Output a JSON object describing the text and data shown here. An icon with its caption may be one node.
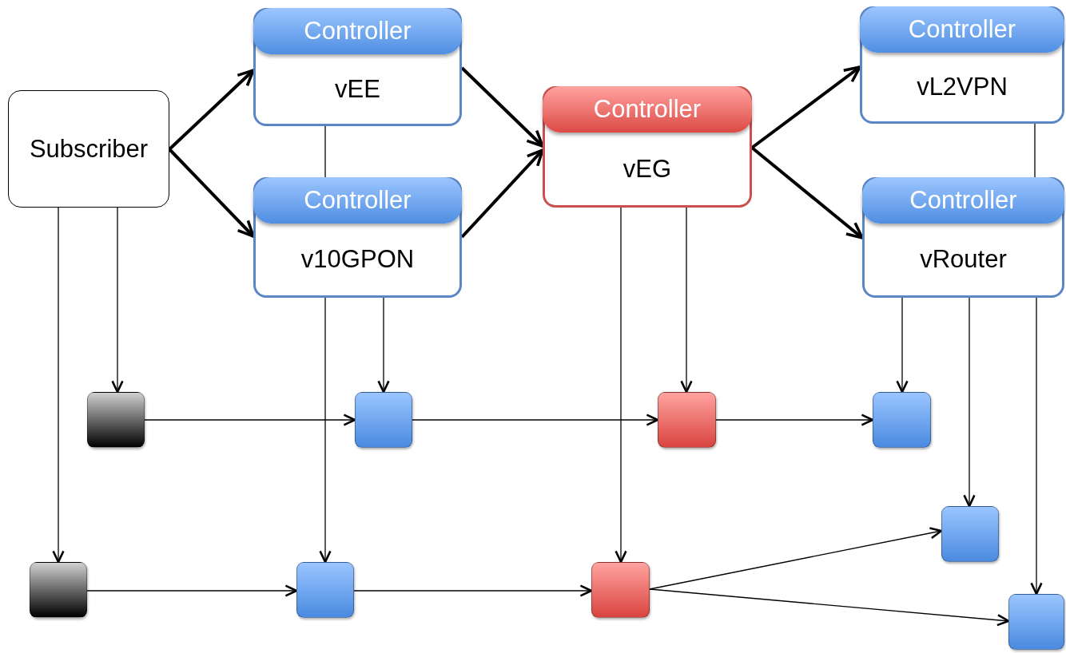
{
  "diagram": {
    "nodes": [
      {
        "text": [
          "Subscriber"
        ]
      },
      {
        "text": [
          "Controller",
          "vEE"
        ]
      },
      {
        "text": [
          "Controller",
          "v10GPON"
        ]
      },
      {
        "text": [
          "Controller",
          "vEG"
        ]
      },
      {
        "text": [
          "Controller",
          "vL2VPN"
        ]
      },
      {
        "text": [
          "Controller",
          "vRouter"
        ]
      },
      {
        "text": [],
        "shape": "box"
      },
      {
        "text": [],
        "shape": "box"
      },
      {
        "text": [],
        "shape": "box"
      },
      {
        "text": [],
        "shape": "box"
      },
      {
        "text": [],
        "shape": "box"
      },
      {
        "text": [],
        "shape": "box"
      },
      {
        "text": [],
        "shape": "box"
      },
      {
        "text": [],
        "shape": "box"
      },
      {
        "text": [],
        "shape": "box"
      }
    ],
    "edges": [
      {
        "from": 0,
        "to": 1,
        "arrow": "to",
        "style": "thick"
      },
      {
        "from": 0,
        "to": 2,
        "arrow": "to",
        "style": "thick"
      },
      {
        "from": 1,
        "to": 3,
        "arrow": "to",
        "style": "thick"
      },
      {
        "from": 2,
        "to": 3,
        "arrow": "to",
        "style": "thick"
      },
      {
        "from": 3,
        "to": 4,
        "arrow": "to",
        "style": "thick"
      },
      {
        "from": 3,
        "to": 5,
        "arrow": "to",
        "style": "thick"
      },
      {
        "from": 1,
        "to": 2,
        "arrow": "none"
      },
      {
        "from": 4,
        "to": 5,
        "arrow": "none"
      },
      {
        "from": 0,
        "to": 6,
        "arrow": "to"
      },
      {
        "from": 0,
        "to": 11,
        "arrow": "to"
      },
      {
        "from": 2,
        "to": 7,
        "arrow": "to"
      },
      {
        "from": 2,
        "to": 12,
        "arrow": "to"
      },
      {
        "from": 3,
        "to": 8,
        "arrow": "to"
      },
      {
        "from": 3,
        "to": 13,
        "arrow": "to"
      },
      {
        "from": 5,
        "to": 9,
        "arrow": "to"
      },
      {
        "from": 5,
        "to": 10,
        "arrow": "to"
      },
      {
        "from": 5,
        "to": 14,
        "arrow": "to"
      },
      {
        "from": 6,
        "to": 7,
        "arrow": "to"
      },
      {
        "from": 7,
        "to": 8,
        "arrow": "to"
      },
      {
        "from": 8,
        "to": 9,
        "arrow": "to"
      },
      {
        "from": 11,
        "to": 12,
        "arrow": "to"
      },
      {
        "from": 12,
        "to": 13,
        "arrow": "to"
      },
      {
        "from": 13,
        "to": 10,
        "arrow": "to"
      },
      {
        "from": 13,
        "to": 14,
        "arrow": "to"
      }
    ]
  }
}
